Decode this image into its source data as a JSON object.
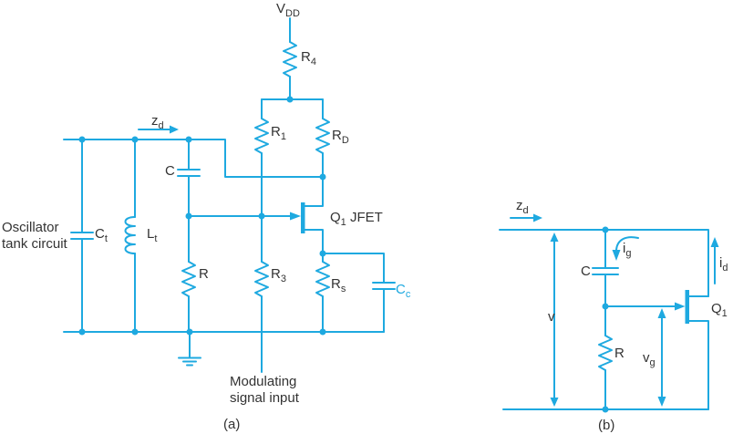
{
  "colors": {
    "wire": "#1ea9e0",
    "label": "#333333"
  },
  "figure_a": {
    "caption": "(a)",
    "labels": {
      "vdd": {
        "main": "V",
        "sub": "DD"
      },
      "r4": {
        "main": "R",
        "sub": "4"
      },
      "r1": {
        "main": "R",
        "sub": "1"
      },
      "rd": {
        "main": "R",
        "sub": "D"
      },
      "zd": {
        "main": "z",
        "sub": "d"
      },
      "c": {
        "main": "C"
      },
      "oscillator_line1": "Oscillator",
      "oscillator_line2": "tank circuit",
      "ct": {
        "main": "C",
        "sub": "t"
      },
      "lt": {
        "main": "L",
        "sub": "t"
      },
      "r": {
        "main": "R"
      },
      "r3": {
        "main": "R",
        "sub": "3"
      },
      "rs": {
        "main": "R",
        "sub": "s"
      },
      "cc": {
        "main": "C",
        "sub": "c"
      },
      "q1": {
        "main": "Q",
        "sub": "1",
        "rest": " JFET"
      },
      "modulating_line1": "Modulating",
      "modulating_line2": "signal input"
    }
  },
  "figure_b": {
    "caption": "(b)",
    "labels": {
      "zd": {
        "main": "z",
        "sub": "d"
      },
      "ig": {
        "main": "i",
        "sub": "g"
      },
      "c": {
        "main": "C"
      },
      "id": {
        "main": "i",
        "sub": "d"
      },
      "v": {
        "main": "v"
      },
      "r": {
        "main": "R"
      },
      "vg": {
        "main": "v",
        "sub": "g"
      },
      "q1": {
        "main": "Q",
        "sub": "1"
      }
    }
  }
}
